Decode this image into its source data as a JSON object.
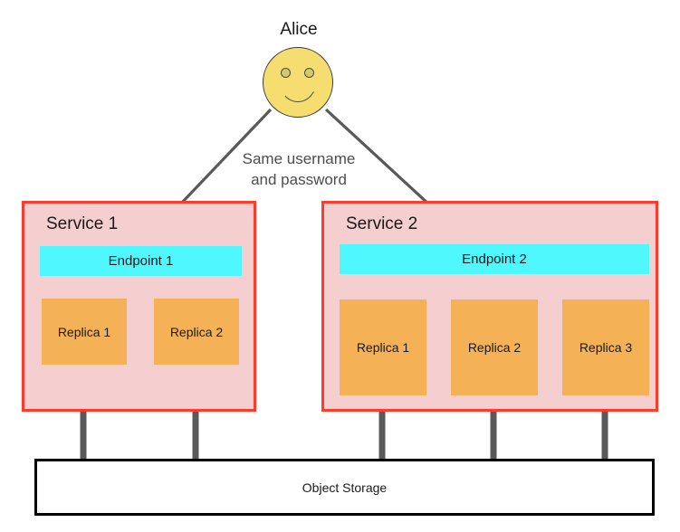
{
  "diagram": {
    "title_text": "Alice",
    "note": "Same username\nand password",
    "note_line_1": "Same username",
    "note_line_2": "and password",
    "colors": {
      "face_fill": "#F5DE6F",
      "face_stroke": "#3B3B3B",
      "service_border": "#FF3B2D",
      "service_fill": "#F5CFCF",
      "endpoint_fill": "#4FF7FF",
      "replica_fill": "#F5B156",
      "connector": "#595959",
      "storage_border": "#000000",
      "storage_fill": "#FFFFFF",
      "text": "#1A1A1A",
      "note_text": "#4D4D4D"
    }
  },
  "actor": {
    "name": "Alice",
    "icon": "smiley-face-icon"
  },
  "services": [
    {
      "title": "Service 1",
      "endpoint": "Endpoint 1",
      "replicas": [
        {
          "label": "Replica 1"
        },
        {
          "label": "Replica 2"
        }
      ]
    },
    {
      "title": "Service 2",
      "endpoint": "Endpoint 2",
      "replicas": [
        {
          "label": "Replica 1"
        },
        {
          "label": "Replica 2"
        },
        {
          "label": "Replica 3"
        }
      ]
    }
  ],
  "storage": {
    "label": "Object Storage"
  }
}
